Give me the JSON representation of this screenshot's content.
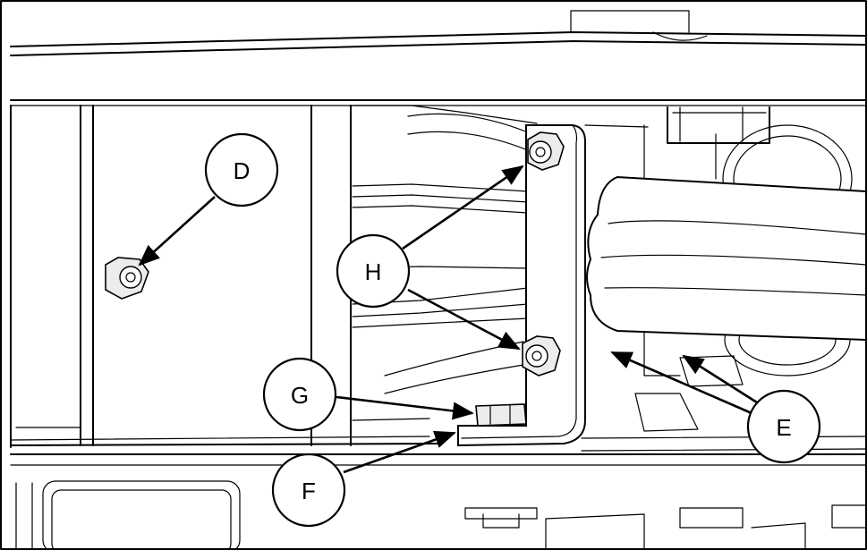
{
  "callouts": [
    {
      "id": "D",
      "label": "D"
    },
    {
      "id": "H",
      "label": "H"
    },
    {
      "id": "G",
      "label": "G"
    },
    {
      "id": "F",
      "label": "F"
    },
    {
      "id": "E",
      "label": "E"
    }
  ],
  "colors": {
    "line": "#000000",
    "background": "#ffffff",
    "shade": "#d9d9d9"
  }
}
